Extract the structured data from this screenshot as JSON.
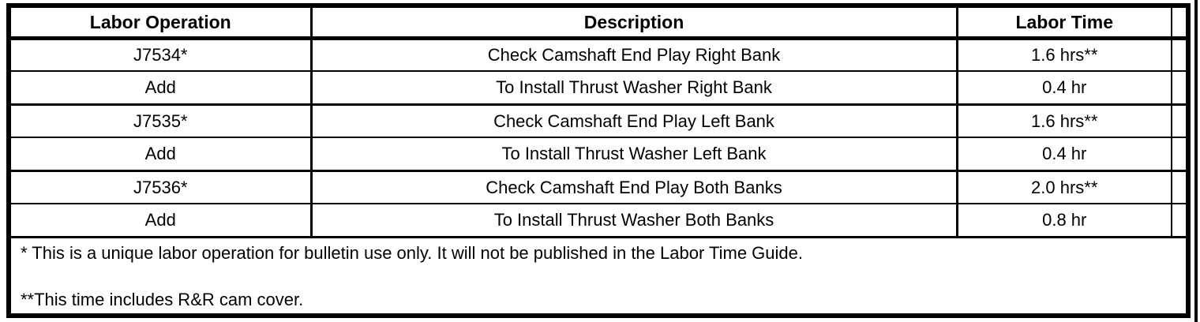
{
  "table": {
    "headers": {
      "labor_operation": "Labor Operation",
      "description": "Description",
      "labor_time": "Labor Time"
    },
    "rows": [
      {
        "op": "J7534*",
        "desc": "Check Camshaft End Play Right Bank",
        "time": "1.6 hrs**"
      },
      {
        "op": "Add",
        "desc": "To Install Thrust Washer Right Bank",
        "time": "0.4 hr"
      },
      {
        "op": "J7535*",
        "desc": "Check Camshaft End Play Left Bank",
        "time": "1.6 hrs**"
      },
      {
        "op": "Add",
        "desc": "To Install Thrust Washer Left Bank",
        "time": "0.4 hr"
      },
      {
        "op": "J7536*",
        "desc": "Check Camshaft End Play Both Banks",
        "time": "2.0 hrs**"
      },
      {
        "op": "Add",
        "desc": "To Install Thrust Washer Both Banks",
        "time": "0.8 hr"
      }
    ],
    "footnotes": [
      "* This is a unique labor operation for bulletin use only. It will not be published in the Labor Time Guide.",
      "**This time includes R&R cam cover."
    ]
  },
  "colors": {
    "border": "#000000",
    "background": "#ffffff",
    "text": "#000000"
  }
}
